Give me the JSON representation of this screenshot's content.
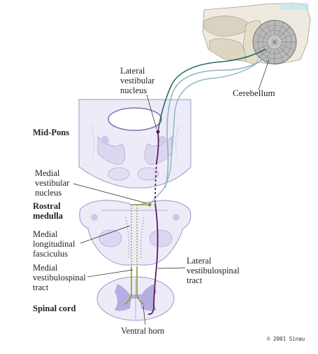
{
  "labels": {
    "lateral_vestibular_nucleus": [
      "Lateral",
      "vestibular",
      "nucleus"
    ],
    "cerebellum": "Cerebellum",
    "mid_pons": "Mid-Pons",
    "medial_vestibular_nucleus": [
      "Medial",
      "vestibular",
      "nucleus"
    ],
    "rostral_medulla": [
      "Rostral",
      "medulla"
    ],
    "medial_longitudinal_fasciculus": [
      "Medial",
      "longitudinal",
      "fasciculus"
    ],
    "medial_vestibulospinal_tract": [
      "Medial",
      "vestibulospinal",
      "tract"
    ],
    "lateral_vestibulospinal_tract": [
      "Lateral",
      "vestibulospinal",
      "tract"
    ],
    "spinal_cord": "Spinal cord",
    "ventral_horn": "Ventral horn"
  },
  "copyright": "© 2001 Sinau",
  "colors": {
    "tissue_fill": "#ecebf7",
    "tissue_stroke": "#9b97c7",
    "gray_matter": "#b6aee0",
    "pathway_green": "#2a6b5a",
    "pathway_blue": "#8fb3c7",
    "pathway_olive": "#8a9a2c",
    "pathway_purple": "#5a1b5a",
    "cerebellum_gray": "#8d8d8d"
  }
}
